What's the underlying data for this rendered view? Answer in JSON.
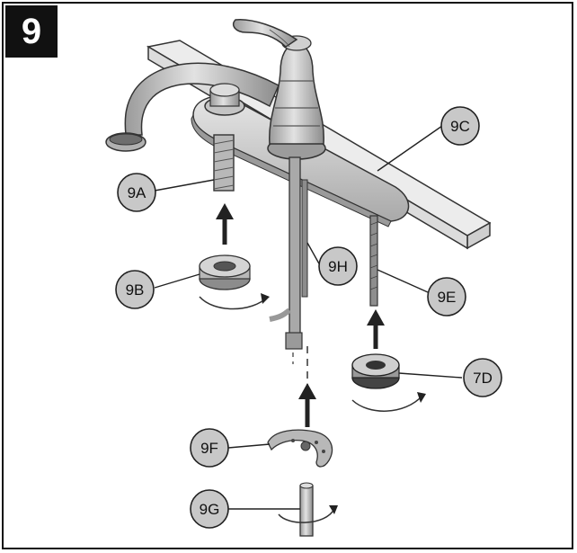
{
  "step_number": "9",
  "callouts": {
    "c9a": "9A",
    "c9b": "9B",
    "c9c": "9C",
    "c9h": "9H",
    "c9e": "9E",
    "c7d": "7D",
    "c9f": "9F",
    "c9g": "9G"
  },
  "colors": {
    "metal": "#bfbfbf",
    "metal_dark": "#8a8a8a",
    "callout_fill": "#c8c8c8",
    "outline": "#222222"
  }
}
